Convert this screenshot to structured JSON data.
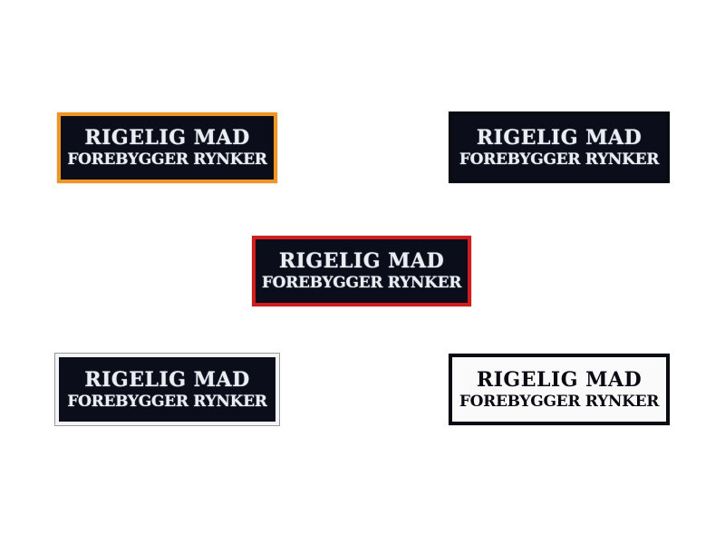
{
  "patches": [
    {
      "line1": "RIGELIG MAD",
      "line2": "FOREBYGGER RYNKER",
      "border_color": "#f0961e",
      "background": "#0b0d1a"
    },
    {
      "line1": "RIGELIG MAD",
      "line2": "FOREBYGGER RYNKER",
      "border_color": "#0a0a12",
      "background": "#0b0d1a"
    },
    {
      "line1": "RIGELIG MAD",
      "line2": "FOREBYGGER RYNKER",
      "border_color": "#d11d1d",
      "background": "#0b0d1a"
    },
    {
      "line1": "RIGELIG MAD",
      "line2": "FOREBYGGER RYNKER",
      "border_color": "#f2f4f6",
      "background": "#0b0d1a"
    },
    {
      "line1": "RIGELIG MAD",
      "line2": "FOREBYGGER RYNKER",
      "border_color": "#0a0a12",
      "background": "#fafafa"
    }
  ]
}
